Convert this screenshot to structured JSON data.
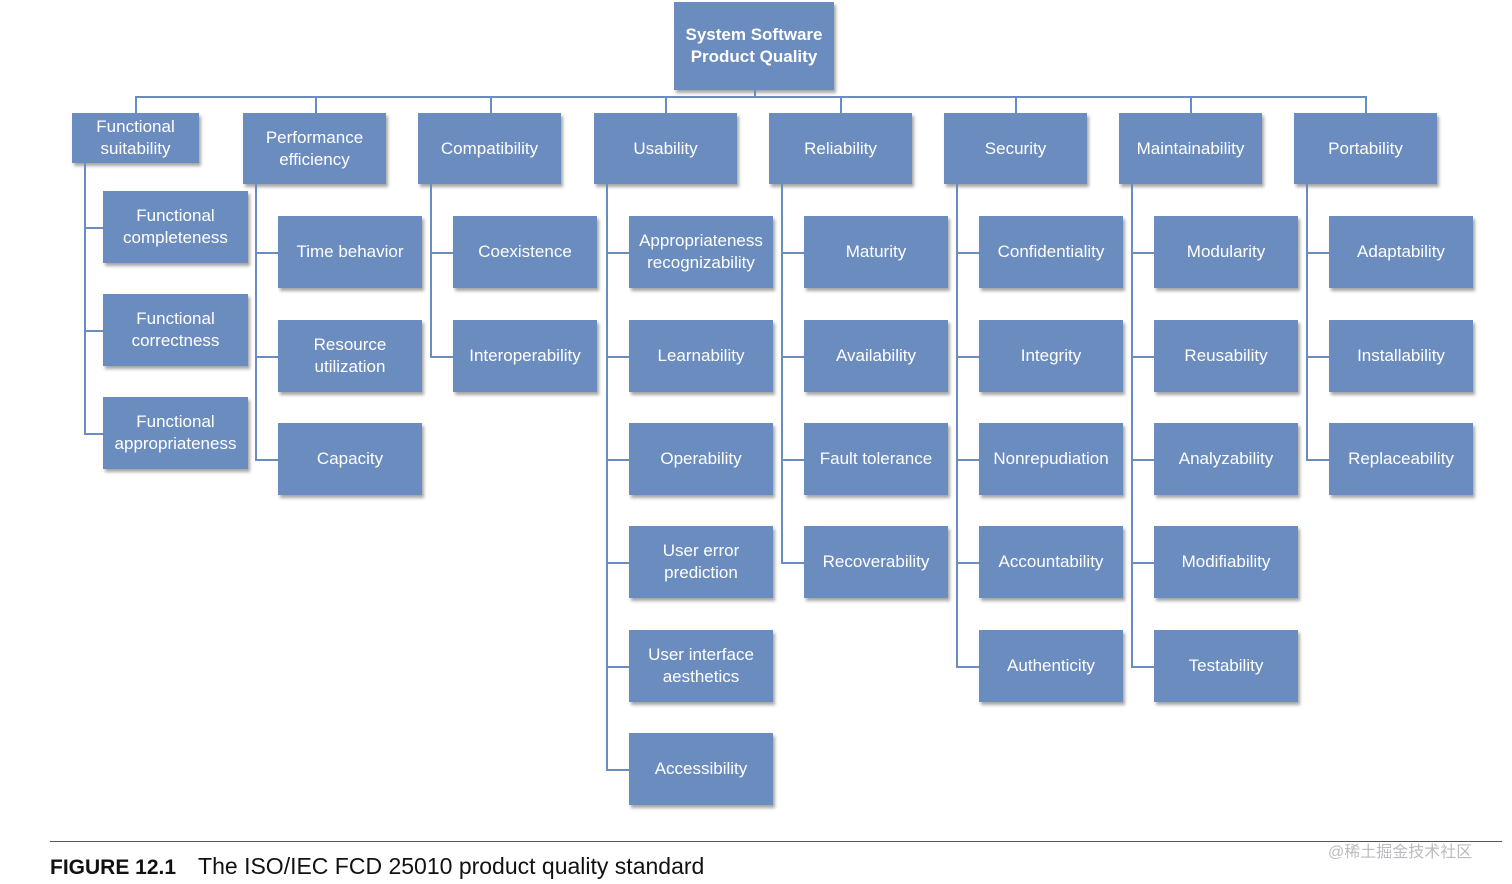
{
  "diagram": {
    "root": "System Software\nProduct Quality",
    "categories": [
      {
        "label": "Functional\nsuitability",
        "children": [
          "Functional\ncompleteness",
          "Functional\ncorrectness",
          "Functional\nappropriateness"
        ]
      },
      {
        "label": "Performance\nefficiency",
        "children": [
          "Time behavior",
          "Resource\nutilization",
          "Capacity"
        ]
      },
      {
        "label": "Compatibility",
        "children": [
          "Coexistence",
          "Interoperability"
        ]
      },
      {
        "label": "Usability",
        "children": [
          "Appropriateness\nrecognizability",
          "Learnability",
          "Operability",
          "User error\nprediction",
          "User interface\naesthetics",
          "Accessibility"
        ]
      },
      {
        "label": "Reliability",
        "children": [
          "Maturity",
          "Availability",
          "Fault tolerance",
          "Recoverability"
        ]
      },
      {
        "label": "Security",
        "children": [
          "Confidentiality",
          "Integrity",
          "Nonrepudiation",
          "Accountability",
          "Authenticity"
        ]
      },
      {
        "label": "Maintainability",
        "children": [
          "Modularity",
          "Reusability",
          "Analyzability",
          "Modifiability",
          "Testability"
        ]
      },
      {
        "label": "Portability",
        "children": [
          "Adaptability",
          "Installability",
          "Replaceability"
        ]
      }
    ]
  },
  "caption": {
    "figure_label": "FIGURE 12.1",
    "text": "The ISO/IEC FCD 25010 product quality standard"
  },
  "watermark": "@稀土掘金技术社区",
  "colors": {
    "box": "#6b8cbf",
    "line": "#6b8cbf",
    "box_text": "#ffffff"
  }
}
